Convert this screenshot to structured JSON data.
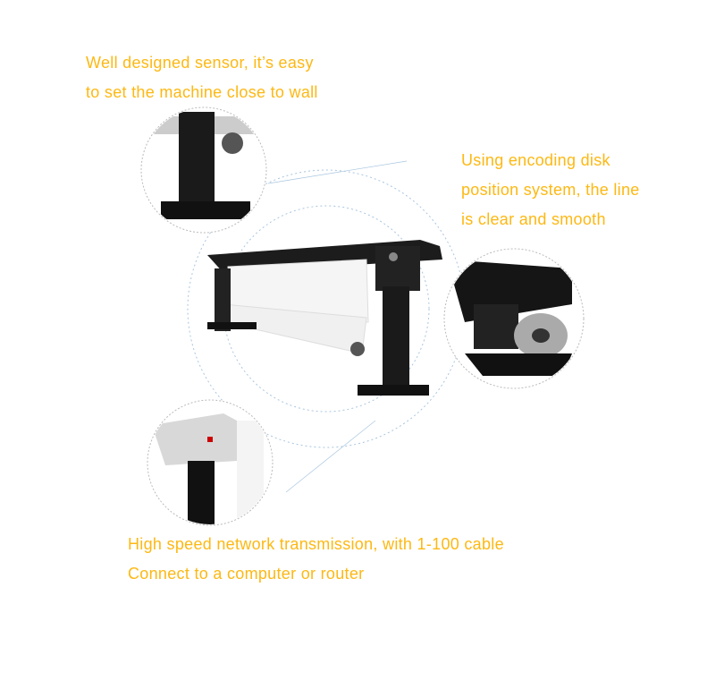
{
  "accent_color": "#FDB813",
  "features": [
    {
      "lines": [
        "Well designed sensor, it’s easy",
        "to set the machine close to wall"
      ]
    },
    {
      "lines": [
        "Using encoding disk",
        "position system, the line",
        "is clear and smooth"
      ]
    },
    {
      "lines": [
        "High speed network transmission, with 1-100 cable",
        "Connect to a computer or router"
      ]
    }
  ]
}
